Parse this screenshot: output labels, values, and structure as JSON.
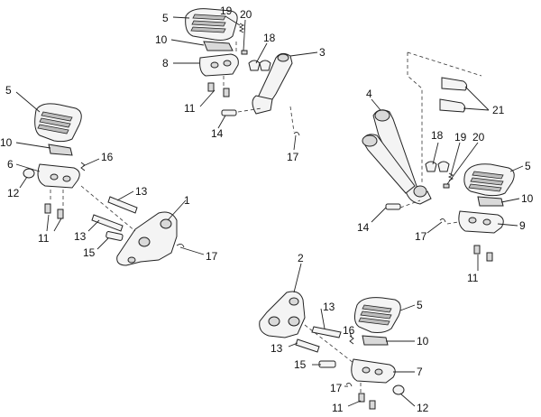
{
  "callouts": {
    "c1": "1",
    "c2": "2",
    "c3": "3",
    "c4": "4",
    "c5a": "5",
    "c5b": "5",
    "c5c": "5",
    "c5d": "5",
    "c6": "6",
    "c7": "7",
    "c8": "8",
    "c9": "9",
    "c10a": "10",
    "c10b": "10",
    "c10c": "10",
    "c10d": "10",
    "c11a": "11",
    "c11b": "11",
    "c11c": "11",
    "c11d": "11",
    "c12a": "12",
    "c12b": "12",
    "c13a": "13",
    "c13b": "13",
    "c13c": "13",
    "c13d": "13",
    "c14a": "14",
    "c14b": "14",
    "c15a": "15",
    "c15b": "15",
    "c16a": "16",
    "c16b": "16",
    "c17a": "17",
    "c17b": "17",
    "c17c": "17",
    "c17d": "17",
    "c18a": "18",
    "c18b": "18",
    "c19a": "19",
    "c19b": "19",
    "c20a": "20",
    "c20b": "20",
    "c21": "21"
  }
}
